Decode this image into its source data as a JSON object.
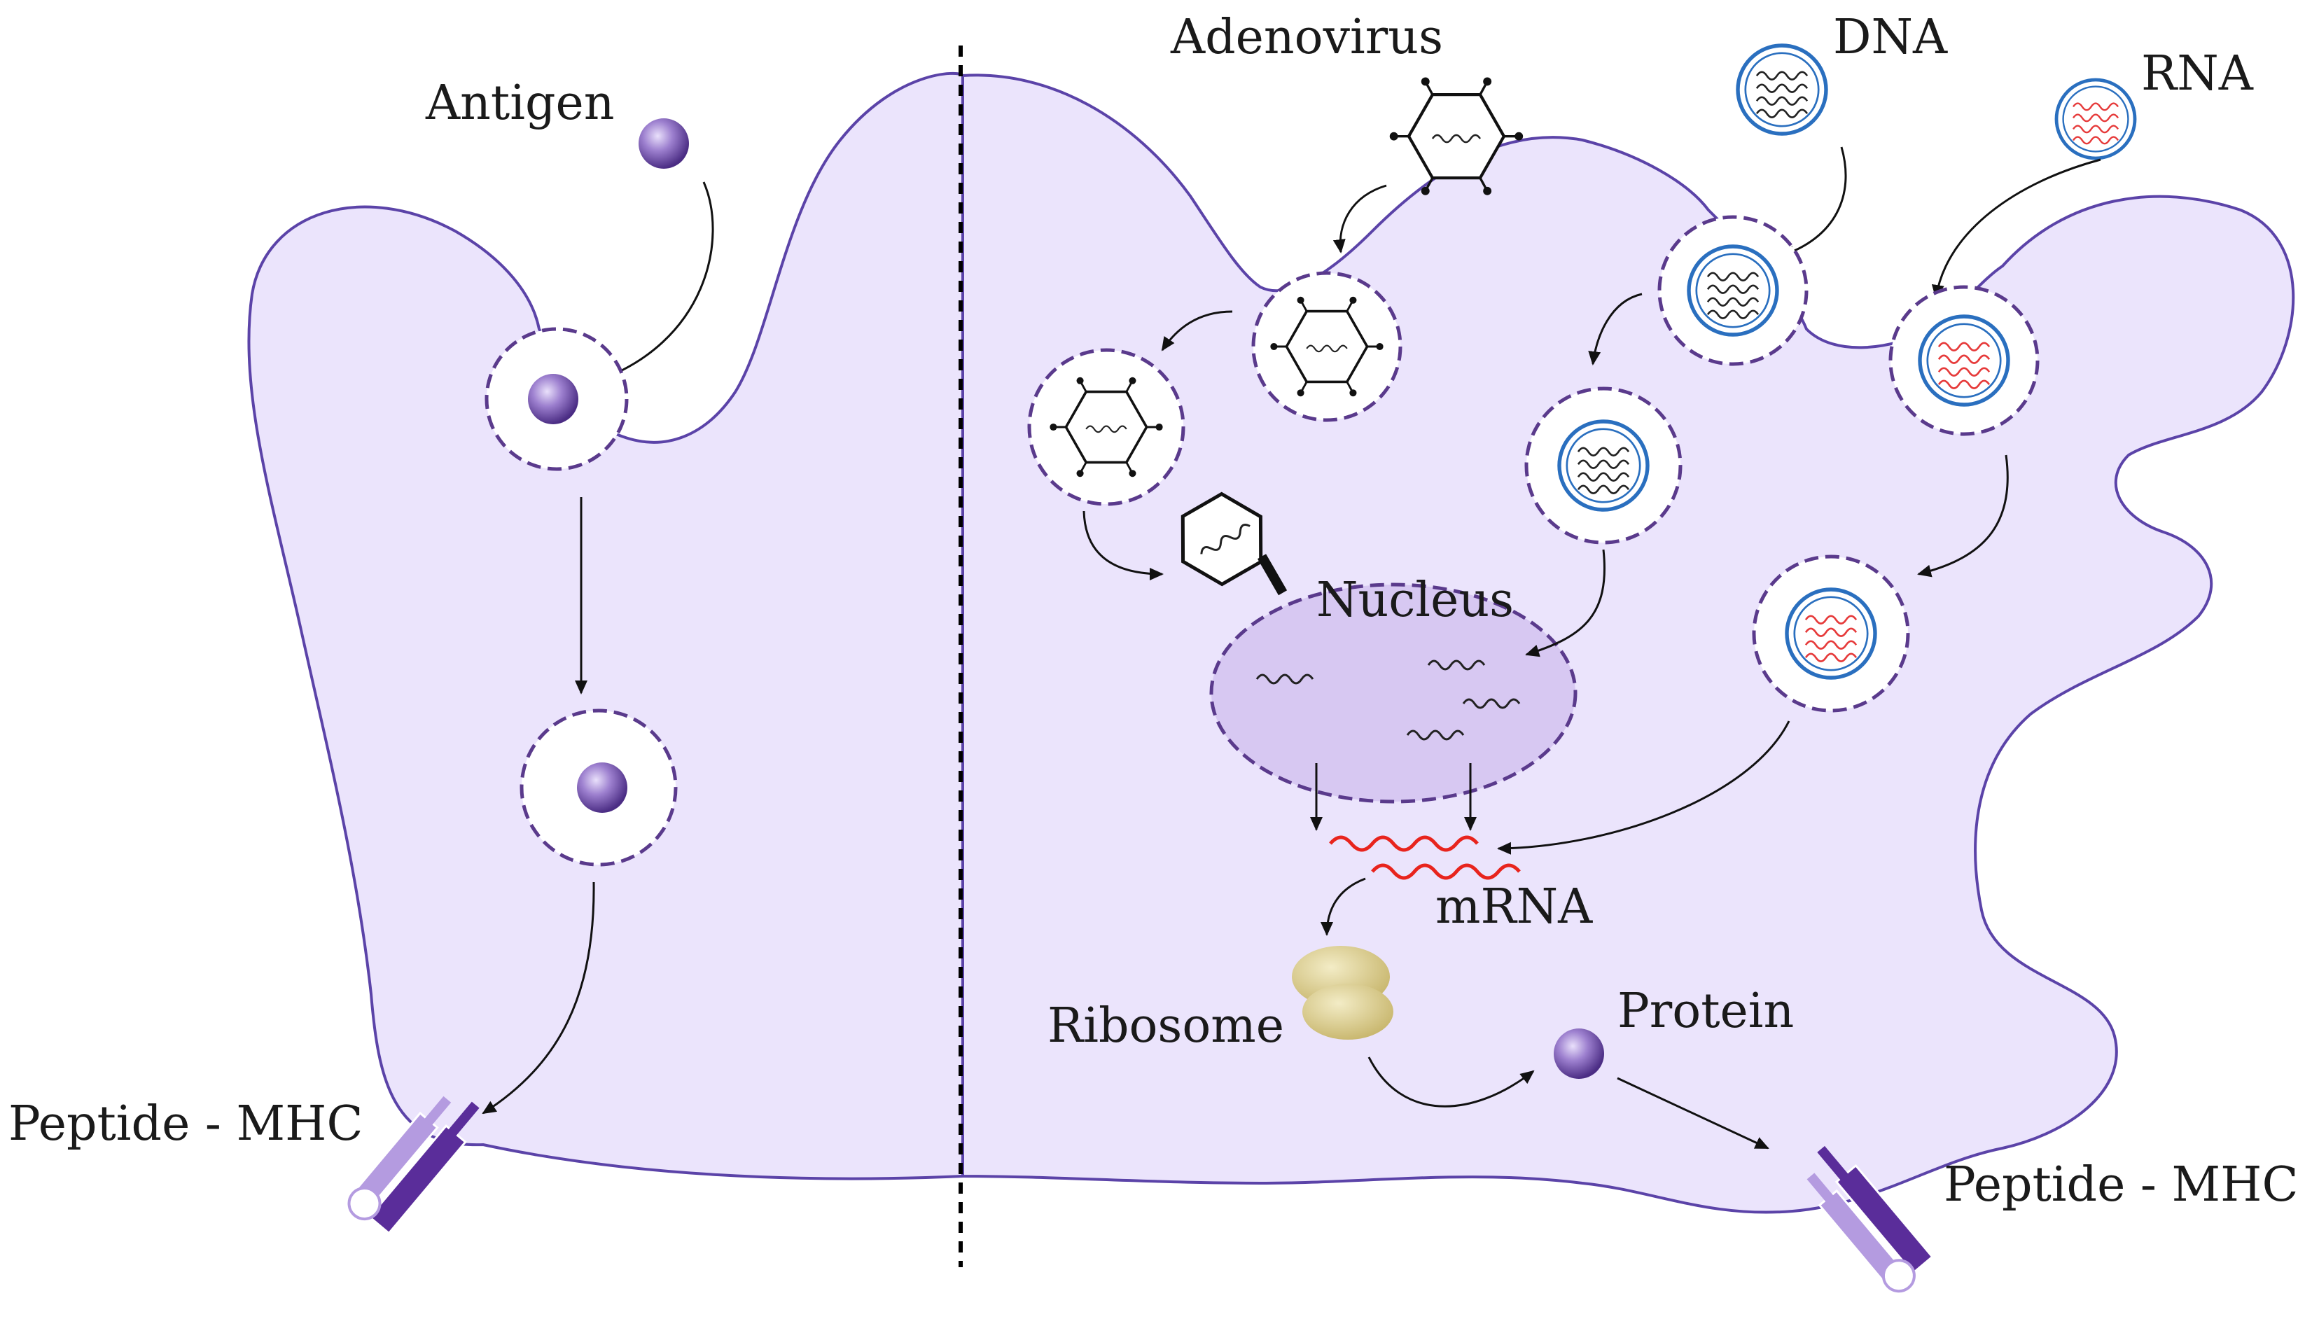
{
  "labels": {
    "antigen": "Antigen",
    "adenovirus": "Adenovirus",
    "dna": "DNA",
    "rna": "RNA",
    "nucleus": "Nucleus",
    "mrna": "mRNA",
    "ribosome": "Ribosome",
    "protein": "Protein",
    "peptide_mhc_left": "Peptide - MHC",
    "peptide_mhc_right": "Peptide - MHC"
  },
  "colors": {
    "cell_fill": "#ebe4fc",
    "cell_stroke": "#5b43a8",
    "vesicle_border": "#5a3a8c",
    "nucleus_fill": "#d7c8f2",
    "antigen_particle": "#6d4ba3",
    "dna_capsule": "#2a6fbf",
    "rna_strand": "#e63a3a",
    "mrna": "#e8241d",
    "ribosome": "#d8cb8a",
    "mhc_light": "#b49be0",
    "mhc_dark": "#5a2d9a",
    "divider": "#000000"
  }
}
